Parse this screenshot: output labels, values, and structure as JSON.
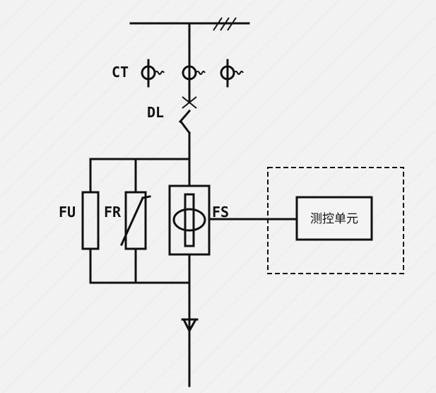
{
  "labels": {
    "ct": "CT",
    "dl": "DL",
    "fu": "FU",
    "fr": "FR",
    "fs": "FS",
    "control_unit": "测控单元"
  },
  "icons": [
    "current-transformer-icon",
    "breaker-icon",
    "fuse-icon",
    "varistor-icon",
    "fast-switch-icon",
    "ground-arrow-icon"
  ]
}
